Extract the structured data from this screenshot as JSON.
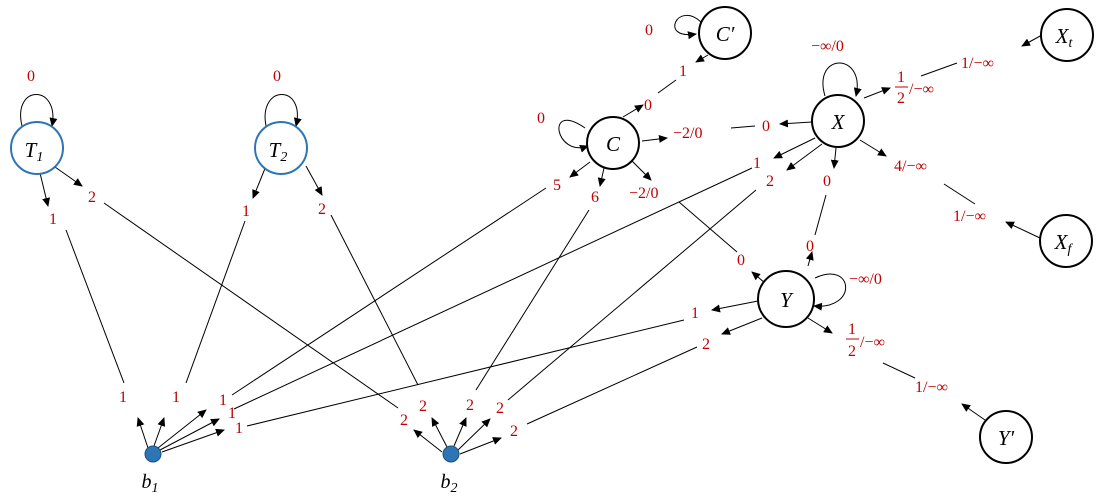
{
  "nodes": {
    "T1": {
      "main": "T",
      "sub": "1",
      "ring": "#2e75b6"
    },
    "T2": {
      "main": "T",
      "sub": "2",
      "ring": "#2e75b6"
    },
    "C": {
      "main": "C"
    },
    "Cp": {
      "main": "C′"
    },
    "X": {
      "main": "X"
    },
    "Xt": {
      "main": "X",
      "sub": "t"
    },
    "Xf": {
      "main": "X",
      "sub": "f"
    },
    "Y": {
      "main": "Y"
    },
    "Yp": {
      "main": "Y′"
    },
    "b1": {
      "main": "b",
      "sub": "1",
      "fill": "#2e75b6"
    },
    "b2": {
      "main": "b",
      "sub": "2",
      "fill": "#2e75b6"
    }
  },
  "labels": {
    "t1_loop": "0",
    "t2_loop": "0",
    "c_loop": "0",
    "cp_loop": "0",
    "x_loop": "−∞/0",
    "y_loop": "−∞/0",
    "t1_out1": "1",
    "t1_out2": "2",
    "t2_out1": "1",
    "t2_out2": "2",
    "b1_in1": "1",
    "b1_in2": "1",
    "b1_in3": "1",
    "b1_in4": "1",
    "b1_in5": "1",
    "b2_in1": "2",
    "b2_in2": "2",
    "b2_in3": "2",
    "b2_in4": "2",
    "b2_in5": "2",
    "c_up": "0",
    "cp_down": "1",
    "c_out5": "5",
    "c_out6": "6",
    "c_toY": "−2/0",
    "c_toX": "−2/0",
    "x_toC": "0",
    "x_out1": "1",
    "x_out2": "2",
    "x_toY": "0",
    "x_toXt": "/−∞",
    "x_toXt_num": "1",
    "x_toXt_den": "2",
    "xt_in": "1/−∞",
    "x_toXf": "4/−∞",
    "xf_in": "1/−∞",
    "y_toX": "0",
    "y_fromC": "0",
    "y_out1": "1",
    "y_out2": "2",
    "y_toYp": "/−∞",
    "y_toYp_num": "1",
    "y_toYp_den": "2",
    "yp_in": "1/−∞"
  }
}
